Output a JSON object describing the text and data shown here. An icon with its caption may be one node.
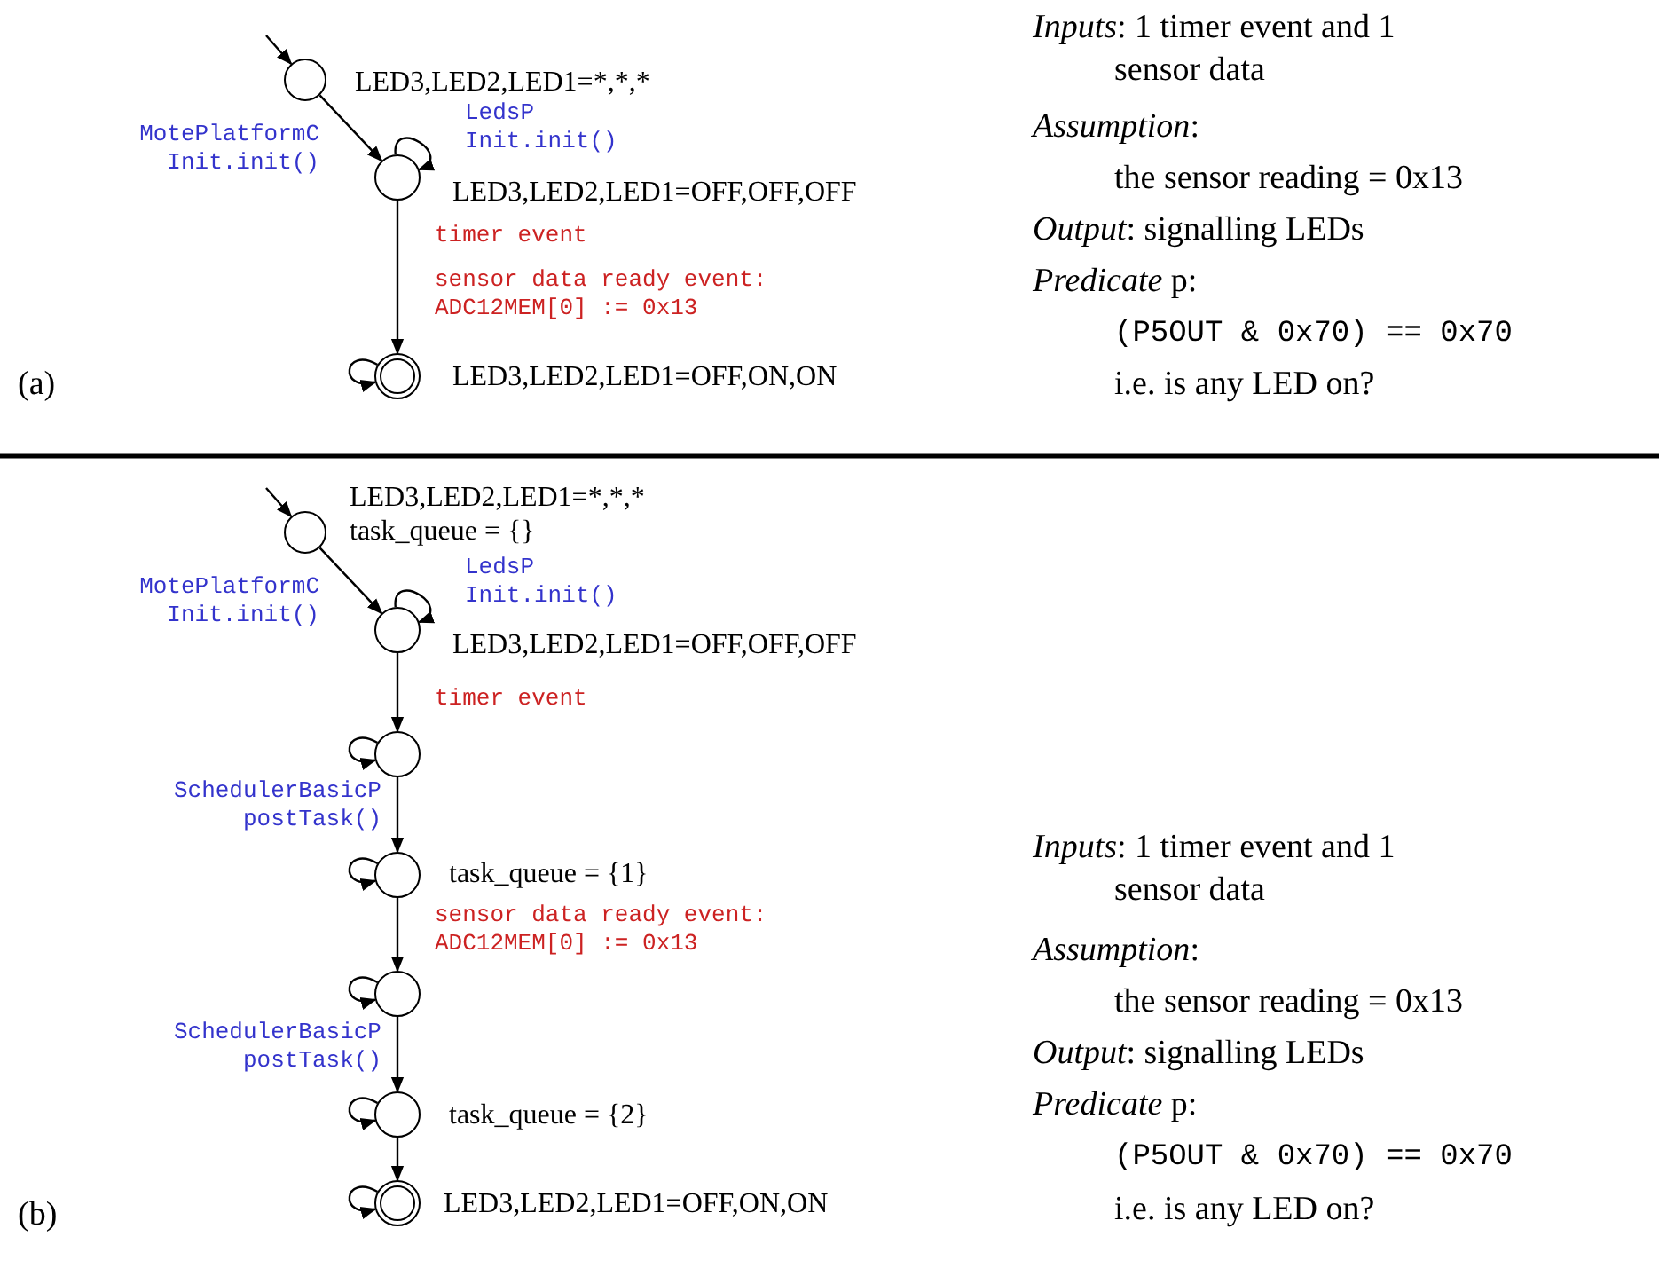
{
  "diagram": {
    "nodes": [
      {
        "text": [],
        "shape": "circle",
        "beside": [
          "LED3,LED2,LED1=*,*,*"
        ]
      },
      {
        "text": [],
        "shape": "circle",
        "beside": [
          "LED3,LED2,LED1=OFF,OFF,OFF"
        ]
      },
      {
        "text": [],
        "shape": "circle",
        "beside": [
          "LED3,LED2,LED1=OFF,ON,ON"
        ]
      },
      {
        "text": [],
        "shape": "circle",
        "beside": [
          "LED3,LED2,LED1=*,*,*",
          "task_queue = {}"
        ]
      },
      {
        "text": [],
        "shape": "circle",
        "beside": [
          "LED3,LED2,LED1=OFF,OFF,OFF"
        ]
      },
      {
        "text": [],
        "shape": "circle"
      },
      {
        "text": [],
        "shape": "circle",
        "beside": [
          "task_queue = {1}"
        ]
      },
      {
        "text": [],
        "shape": "circle"
      },
      {
        "text": [],
        "shape": "circle",
        "beside": [
          "task_queue = {2}"
        ]
      },
      {
        "text": [],
        "shape": "circle",
        "beside": [
          "LED3,LED2,LED1=OFF,ON,ON"
        ]
      }
    ],
    "edges": [
      {
        "from": null,
        "to": 0,
        "arrow": "to"
      },
      {
        "from": 0,
        "to": 1,
        "arrow": "to",
        "label": "MotePlatformC Init.init()"
      },
      {
        "from": 1,
        "to": 1,
        "arrow": "to",
        "label": "LedsP Init.init()"
      },
      {
        "from": 1,
        "to": 2,
        "arrow": "to",
        "label": "timer event"
      },
      {
        "from": 2,
        "to": 2,
        "arrow": "to",
        "label": "sensor data ready event: ADC12MEM[0] := 0x13"
      },
      {
        "from": null,
        "to": 3,
        "arrow": "to"
      },
      {
        "from": 3,
        "to": 4,
        "arrow": "to",
        "label": "MotePlatformC Init.init()"
      },
      {
        "from": 4,
        "to": 4,
        "arrow": "to",
        "label": "LedsP Init.init()"
      },
      {
        "from": 4,
        "to": 5,
        "arrow": "to",
        "label": "timer event"
      },
      {
        "from": 5,
        "to": 5,
        "arrow": "to"
      },
      {
        "from": 5,
        "to": 6,
        "arrow": "to",
        "label": "SchedulerBasicP postTask()"
      },
      {
        "from": 6,
        "to": 6,
        "arrow": "to"
      },
      {
        "from": 6,
        "to": 7,
        "arrow": "to",
        "label": "sensor data ready event: ADC12MEM[0] := 0x13"
      },
      {
        "from": 7,
        "to": 7,
        "arrow": "to"
      },
      {
        "from": 7,
        "to": 8,
        "arrow": "to",
        "label": "SchedulerBasicP postTask()"
      },
      {
        "from": 8,
        "to": 8,
        "arrow": "to"
      },
      {
        "from": 8,
        "to": 9,
        "arrow": "to"
      },
      {
        "from": 9,
        "to": 9,
        "arrow": "to"
      }
    ],
    "labels": [
      "(a)",
      "*Inputs*: 1 timer event and 1 sensor data",
      "*Assumption*:",
      "the sensor reading = 0x13",
      "*Output*: signalling LEDs",
      "*Predicate* p:",
      "(P5OUT & 0x70) == 0x70",
      "i.e. is any LED on?",
      "(b)",
      "*Inputs*: 1 timer event and 1 sensor data",
      "*Assumption*:",
      "the sensor reading = 0x13",
      "*Output*: signalling LEDs",
      "*Predicate* p:",
      "(P5OUT & 0x70) == 0x70",
      "i.e. is any LED on?"
    ]
  }
}
